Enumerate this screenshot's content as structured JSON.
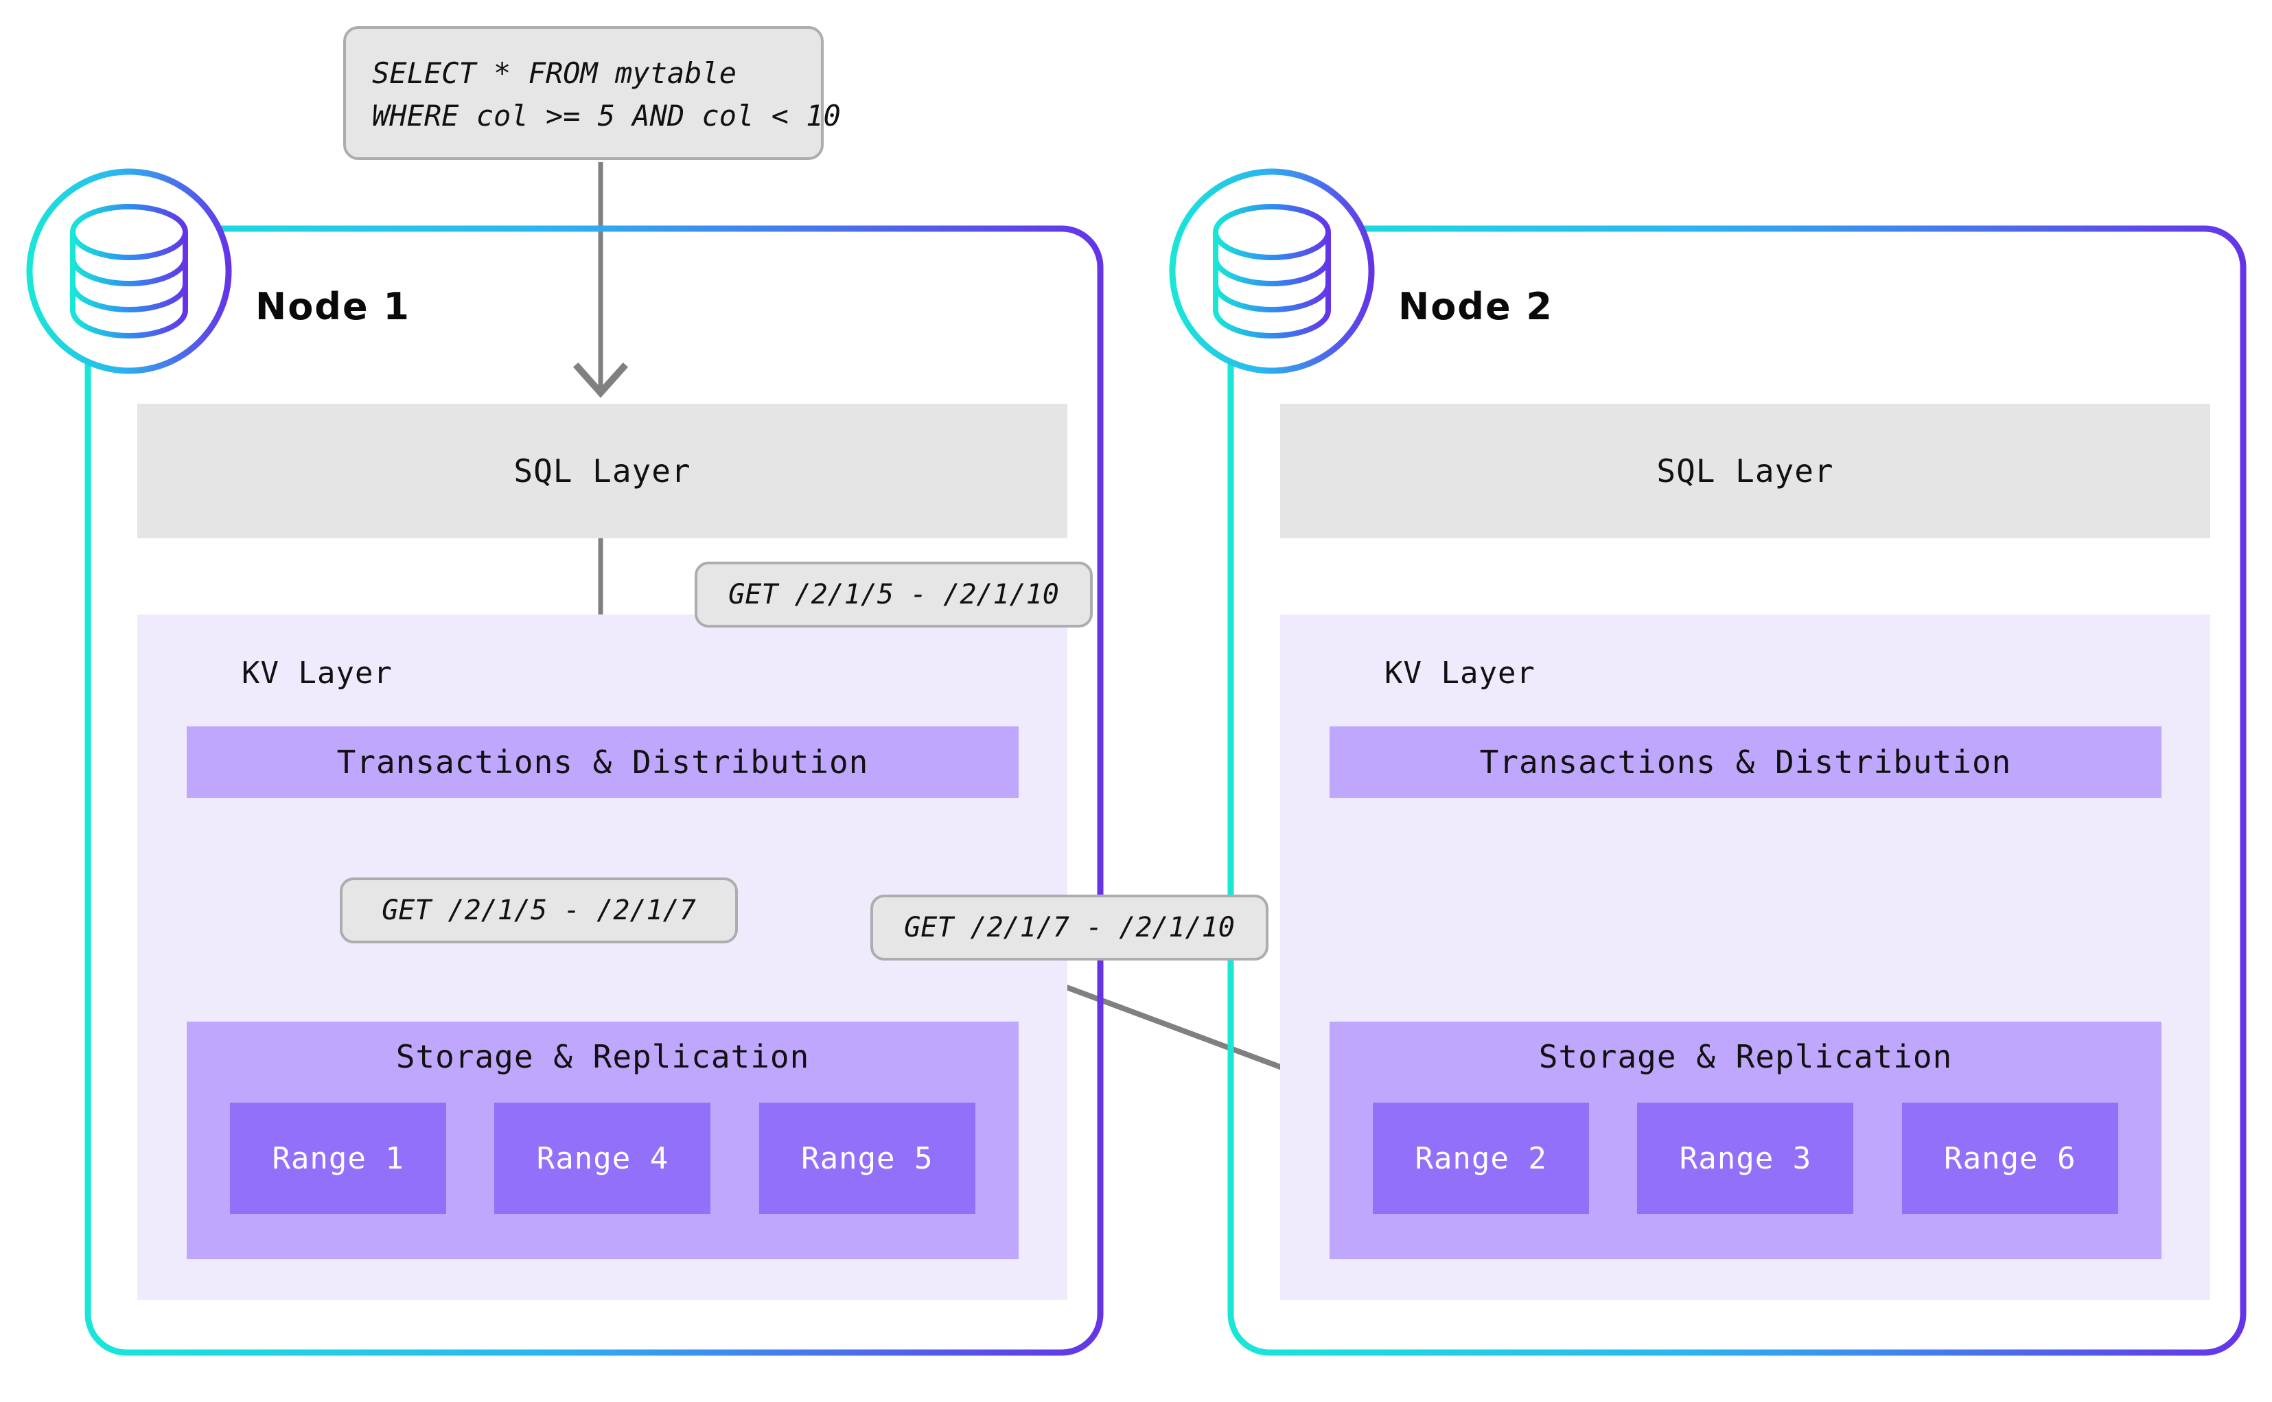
{
  "query_callout": {
    "name": "sql-query-callout",
    "line1": "SELECT * FROM mytable",
    "line2": "WHERE col >= 5 AND col < 10",
    "text": "SELECT * FROM mytable\nWHERE col >= 5 AND col < 10"
  },
  "colors": {
    "node_border_start": "#18e7d8",
    "node_border_end": "#6534e8",
    "sql_layer_bg": "#e5e5e5",
    "kv_panel_bg": "#efeafc",
    "layer_bar_bg": "#bfa7fd",
    "range_bg": "#9370fa",
    "range_text": "#ffffff",
    "callout_bg": "#e6e6e6",
    "callout_border": "#adadad",
    "arrow": "#808080",
    "text": "#111111"
  },
  "nodes": [
    {
      "id": "node-1",
      "title": "Node 1",
      "icon": "database-icon",
      "sql_layer_label": "SQL Layer",
      "kv_layer_label": "KV Layer",
      "transactions_label": "Transactions & Distribution",
      "storage_label": "Storage & Replication",
      "ranges": [
        "Range 1",
        "Range 4",
        "Range 5"
      ]
    },
    {
      "id": "node-2",
      "title": "Node 2",
      "icon": "database-icon",
      "sql_layer_label": "SQL Layer",
      "kv_layer_label": "KV Layer",
      "transactions_label": "Transactions & Distribution",
      "storage_label": "Storage & Replication",
      "ranges": [
        "Range 2",
        "Range 3",
        "Range 6"
      ]
    }
  ],
  "annotations": [
    {
      "id": "get-full-range",
      "label": "GET /2/1/5 - /2/1/10"
    },
    {
      "id": "get-left-range",
      "label": "GET /2/1/5 - /2/1/7"
    },
    {
      "id": "get-right-range",
      "label": "GET /2/1/7 - /2/1/10"
    }
  ]
}
